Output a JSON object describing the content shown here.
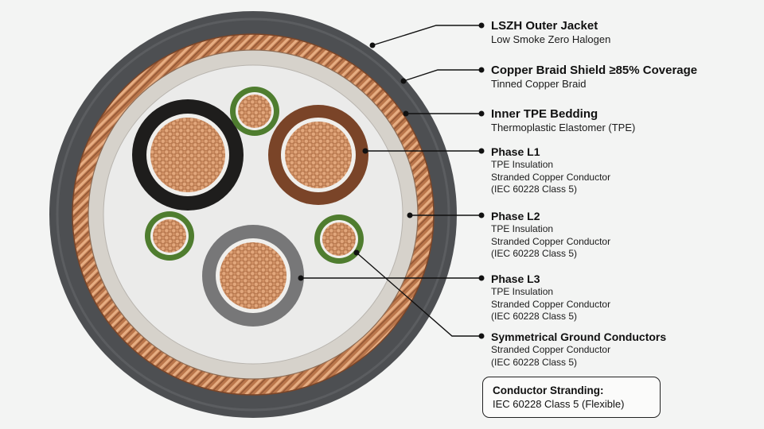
{
  "labels": {
    "jacket": {
      "title": "LSZH Outer Jacket",
      "lines": [
        "Low Smoke Zero Halogen"
      ]
    },
    "braid": {
      "title": "Copper Braid Shield ≥85% Coverage",
      "lines": [
        "Tinned Copper Braid"
      ]
    },
    "bedding": {
      "title": "Inner TPE Bedding",
      "lines": [
        "Thermoplastic Elastomer (TPE)"
      ]
    },
    "l1": {
      "title": "Phase L1",
      "lines": [
        "TPE Insulation",
        "Stranded Copper Conductor",
        "(IEC 60228 Class 5)"
      ]
    },
    "l2": {
      "title": "Phase L2",
      "lines": [
        "TPE Insulation",
        "Stranded Copper Conductor",
        "(IEC 60228 Class 5)"
      ]
    },
    "l3": {
      "title": "Phase L3",
      "lines": [
        "TPE Insulation",
        "Stranded Copper Conductor",
        "(IEC 60228 Class 5)"
      ]
    },
    "ground": {
      "title": "Symmetrical Ground Conductors",
      "lines": [
        "Stranded Copper Conductor",
        "(IEC 60228 Class 5)"
      ]
    }
  },
  "note": {
    "title": "Conductor Stranding:",
    "text": "IEC 60228 Class 5 (Flexible)"
  },
  "colors": {
    "jacket": "#4d4f52",
    "braid": "#c98a5a",
    "bedding_outer": "#d6d2cb",
    "bedding_inner": "#ebebea",
    "copper": "#d99a6c",
    "phase_l1": "#7a4428",
    "phase_l2": "#1e1d1c",
    "phase_l3": "#777778",
    "ground": "#4f7d2f",
    "leader": "#111111"
  }
}
